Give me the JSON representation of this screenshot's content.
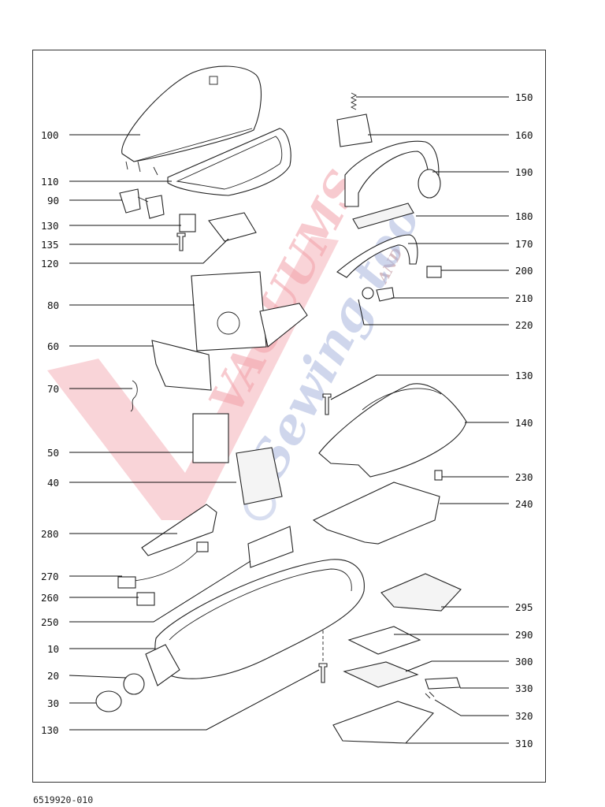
{
  "watermark": {
    "brand": "VACUUMS",
    "and_text": "AND",
    "sub": "Sewing too",
    "red": "#f2a0a8",
    "blue": "#a9b6dd"
  },
  "labels_left": [
    "100",
    "110",
    "90",
    "130",
    "135",
    "120",
    "80",
    "60",
    "70",
    "50",
    "40",
    "280",
    "270",
    "260",
    "250",
    "10",
    "20",
    "30",
    "130"
  ],
  "labels_right": [
    "150",
    "160",
    "190",
    "180",
    "170",
    "200",
    "210",
    "220",
    "130",
    "140",
    "230",
    "240",
    "295",
    "290",
    "300",
    "330",
    "320",
    "310"
  ],
  "footer": {
    "code": "6519920-010"
  }
}
